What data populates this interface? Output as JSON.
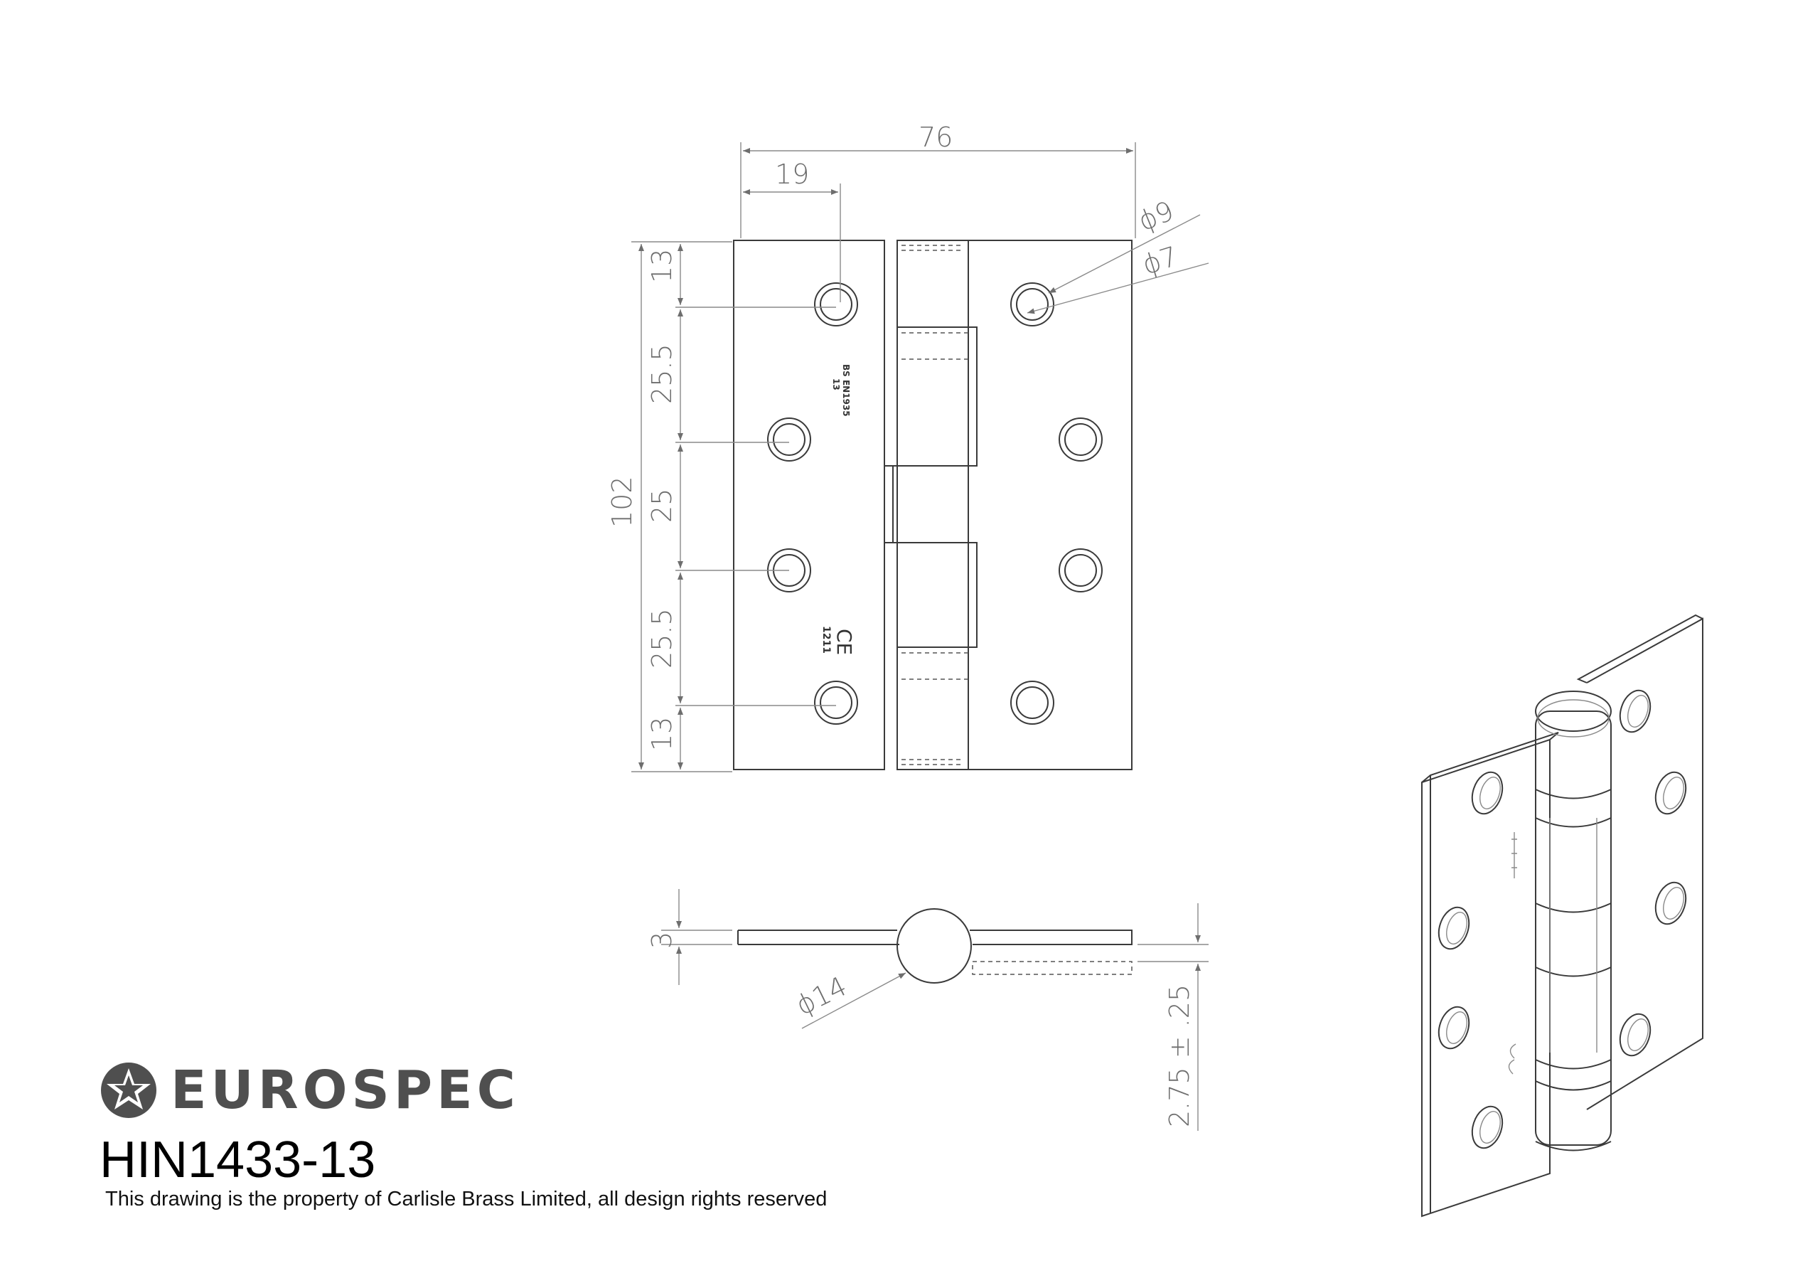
{
  "dimensions": {
    "width_total": "76",
    "hole_offset": "19",
    "outer_dia": "ϕ9",
    "inner_dia": "ϕ7",
    "height_total": "102",
    "seg1": "13",
    "seg2": "25.5",
    "seg3": "25",
    "seg4": "25.5",
    "seg5": "13",
    "thickness": "3",
    "knuckle_dia": "ϕ14",
    "gap": "2.75 ± .25"
  },
  "stamps": {
    "bs_line1": "BS EN1935",
    "bs_line2": "13",
    "ce_mark": "CE",
    "ce_number": "1211"
  },
  "brand": {
    "name": "EUROSPEC",
    "icon": "star-in-circle-icon",
    "product_code": "HIN1433-13",
    "rights_notice": "This drawing is the property of Carlisle Brass Limited, all design rights reserved"
  }
}
